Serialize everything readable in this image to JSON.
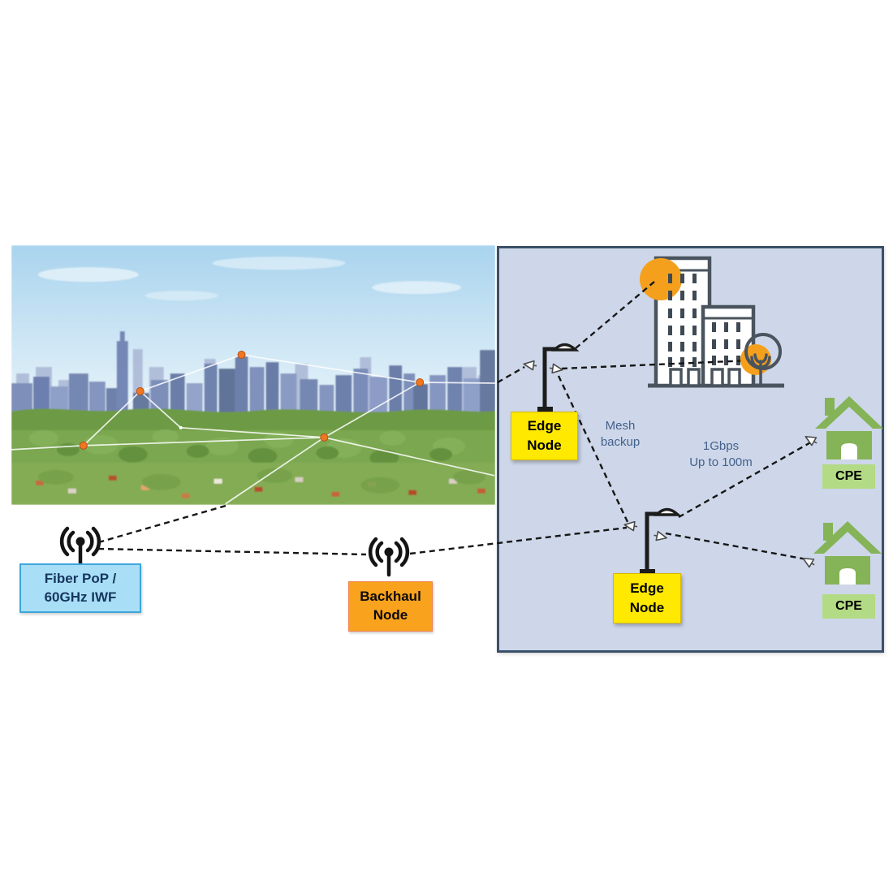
{
  "boxes": {
    "fiber_pop": {
      "line1": "Fiber PoP /",
      "line2": "60GHz IWF",
      "fill": "#a9def7",
      "border": "#3ea6da",
      "text_color": "#16365c"
    },
    "backhaul_node": {
      "line1": "Backhaul",
      "line2": "Node",
      "fill": "#f9a21d",
      "border": "#ef8352",
      "text_color": "#0a0a0a"
    },
    "edge_node_top": {
      "line1": "Edge",
      "line2": "Node",
      "fill": "#ffe900",
      "border": "#d8b500",
      "text_color": "#000000"
    },
    "edge_node_bottom": {
      "line1": "Edge",
      "line2": "Node",
      "fill": "#ffe900",
      "border": "#d8b500",
      "text_color": "#000000"
    },
    "cpe_top": {
      "label": "CPE",
      "fill": "#b3da85",
      "text_color": "#000000"
    },
    "cpe_bottom": {
      "label": "CPE",
      "fill": "#b3da85",
      "text_color": "#000000"
    }
  },
  "annotations": {
    "mesh_backup": {
      "line1": "Mesh",
      "line2": "backup",
      "color": "#44618c"
    },
    "link_speed": {
      "line1": "1Gbps",
      "line2": "Up to 100m",
      "color": "#44618c"
    }
  },
  "icons": {
    "fiber_antenna": "radio-antenna-icon",
    "backhaul_antenna": "radio-antenna-icon",
    "lamp_top": "street-lamp-icon",
    "lamp_bottom": "street-lamp-icon",
    "buildings": "office-buildings-icon",
    "tree": "tree-icon",
    "house_top": "house-icon",
    "house_bottom": "house-icon",
    "horns": "antenna-horn-icon",
    "mesh_nodes": "mesh-node-dot"
  },
  "colors": {
    "panel_bg": "#cdd7e9",
    "panel_border": "#3a5068",
    "accent_orange": "#f5a01d",
    "house_green": "#85b357",
    "cpe_green": "#b3da85",
    "edge_yellow": "#ffe900",
    "fiber_blue": "#a9def7",
    "backhaul_orange": "#f9a21d",
    "dashed_link": "#161616",
    "mesh_line": "#ffffff",
    "mesh_node": "#f07722",
    "note_text": "#44618c"
  }
}
